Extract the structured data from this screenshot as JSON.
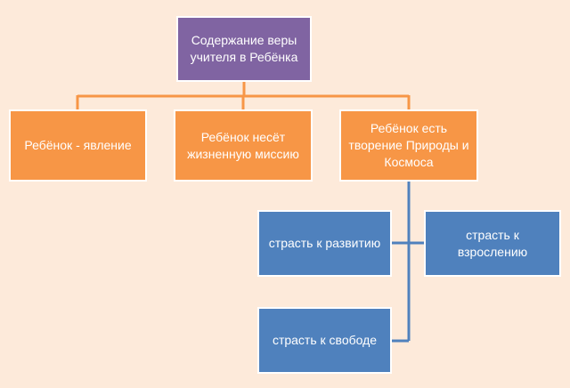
{
  "root": {
    "label": "Содержание веры учителя  в Ребёнка"
  },
  "level1": [
    {
      "label": "Ребёнок - явление"
    },
    {
      "label": "Ребёнок несёт жизненную миссию"
    },
    {
      "label": "Ребёнок есть творение Природы и Космоса"
    }
  ],
  "level2": [
    {
      "label": "страсть к развитию"
    },
    {
      "label": "страсть к взрослению"
    },
    {
      "label": "страсть к свободе"
    }
  ],
  "colors": {
    "background": "#fdeada",
    "root": "#8064a2",
    "level1": "#f79646",
    "level2": "#4f81bd",
    "connector_orange": "#f79646",
    "connector_blue": "#4f81bd"
  }
}
